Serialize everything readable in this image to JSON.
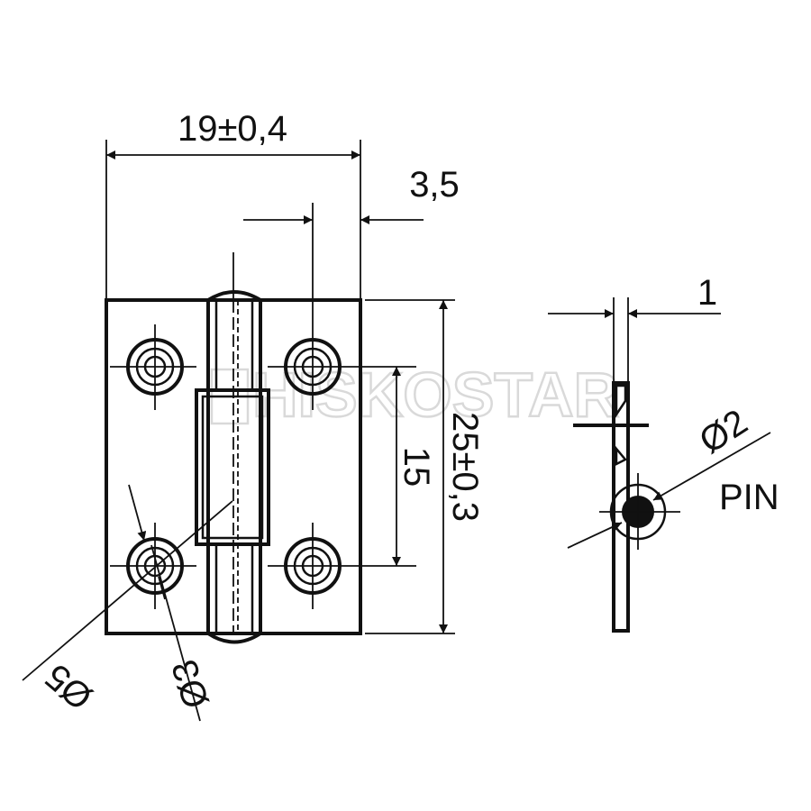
{
  "watermark": "HISKOSTAR",
  "dimensions": {
    "width": "19±0,4",
    "hole_offset": "3,5",
    "hole_spacing": "15",
    "height": "25±0,3",
    "thickness": "1",
    "pin_diameter": "Ø2",
    "countersink_diameter": "Ø5",
    "hole_diameter": "Ø3"
  },
  "labels": {
    "pin": "PIN"
  }
}
